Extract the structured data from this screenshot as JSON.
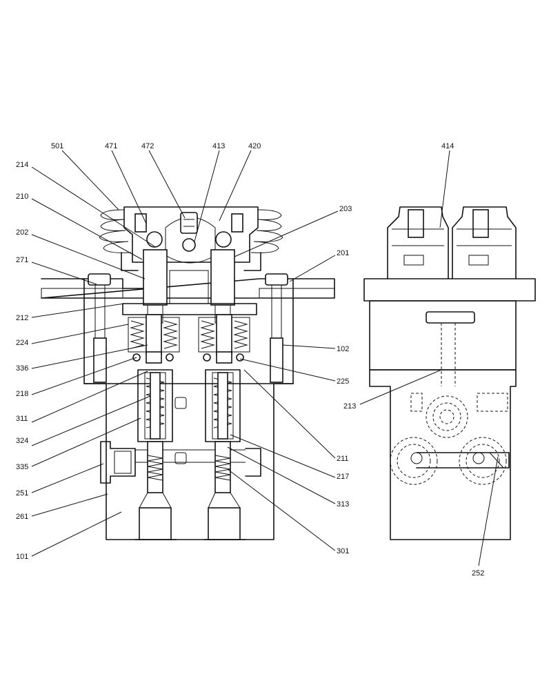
{
  "views": {
    "section_view": "",
    "side_view": ""
  },
  "callouts": [
    {
      "id": "c501",
      "text": "501"
    },
    {
      "id": "c471",
      "text": "471"
    },
    {
      "id": "c472",
      "text": "472"
    },
    {
      "id": "c413",
      "text": "413"
    },
    {
      "id": "c420",
      "text": "420"
    },
    {
      "id": "c214",
      "text": "214"
    },
    {
      "id": "c210",
      "text": "210"
    },
    {
      "id": "c203",
      "text": "203"
    },
    {
      "id": "c202",
      "text": "202"
    },
    {
      "id": "c201",
      "text": "201"
    },
    {
      "id": "c271",
      "text": "271"
    },
    {
      "id": "c212",
      "text": "212"
    },
    {
      "id": "c224",
      "text": "224"
    },
    {
      "id": "c102",
      "text": "102"
    },
    {
      "id": "c336",
      "text": "336"
    },
    {
      "id": "c225",
      "text": "225"
    },
    {
      "id": "c218",
      "text": "218"
    },
    {
      "id": "c311",
      "text": "311"
    },
    {
      "id": "c324",
      "text": "324"
    },
    {
      "id": "c335",
      "text": "335"
    },
    {
      "id": "c211",
      "text": "211"
    },
    {
      "id": "c217",
      "text": "217"
    },
    {
      "id": "c251",
      "text": "251"
    },
    {
      "id": "c313",
      "text": "313"
    },
    {
      "id": "c261",
      "text": "261"
    },
    {
      "id": "c101",
      "text": "101"
    },
    {
      "id": "c301",
      "text": "301"
    },
    {
      "id": "c414",
      "text": "414"
    },
    {
      "id": "c213",
      "text": "213"
    },
    {
      "id": "c252",
      "text": "252"
    }
  ]
}
